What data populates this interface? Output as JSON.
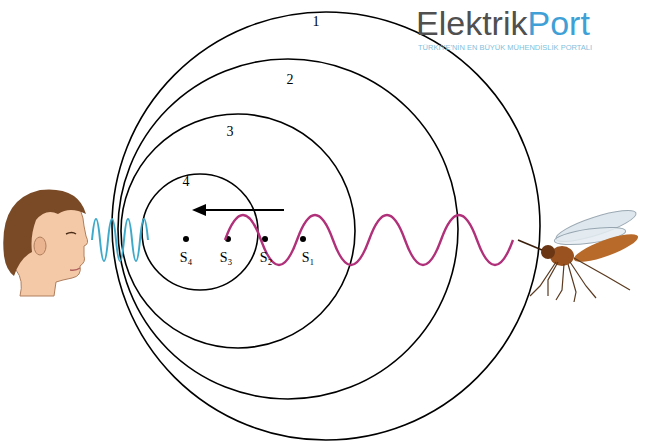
{
  "diagram": {
    "labels": [
      "Elektrik",
      "Port",
      "TÜRKİYE'NİN EN BÜYÜK MÜHENDİSLİK PORTALI",
      "1",
      "2",
      "3",
      "4",
      "S₄",
      "S₃",
      "S₂",
      "S₁"
    ]
  }
}
